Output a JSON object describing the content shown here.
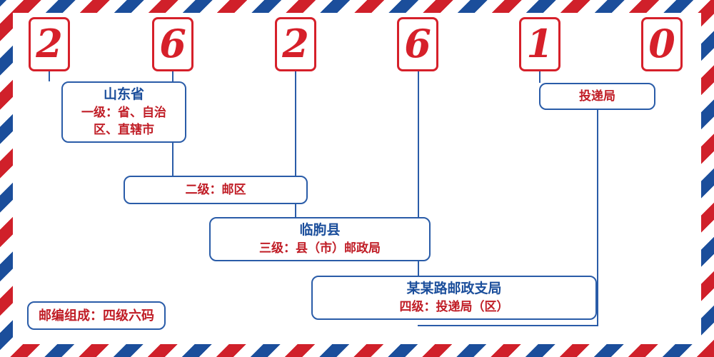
{
  "theme": {
    "red": "#d6202a",
    "blue": "#2a5ca8",
    "label_red": "#c01d26",
    "label_blue": "#1b4e9b",
    "paper": "#ffffff"
  },
  "postcode": {
    "digits": [
      "2",
      "6",
      "2",
      "6",
      "1",
      "0"
    ]
  },
  "annotations": [
    {
      "id": "level1",
      "title": "山东省",
      "sub": "一级：省、自治区、直辖市"
    },
    {
      "id": "level2",
      "title": "",
      "sub": "二级：邮区"
    },
    {
      "id": "level3",
      "title": "临朐县",
      "sub": "三级：县（市）邮政局"
    },
    {
      "id": "level4",
      "title": "某某路邮政支局",
      "sub": "四级：投递局（区）"
    },
    {
      "id": "delivery",
      "title": "",
      "sub": "投递局"
    }
  ],
  "footer": {
    "note": "邮编组成：四级六码"
  }
}
